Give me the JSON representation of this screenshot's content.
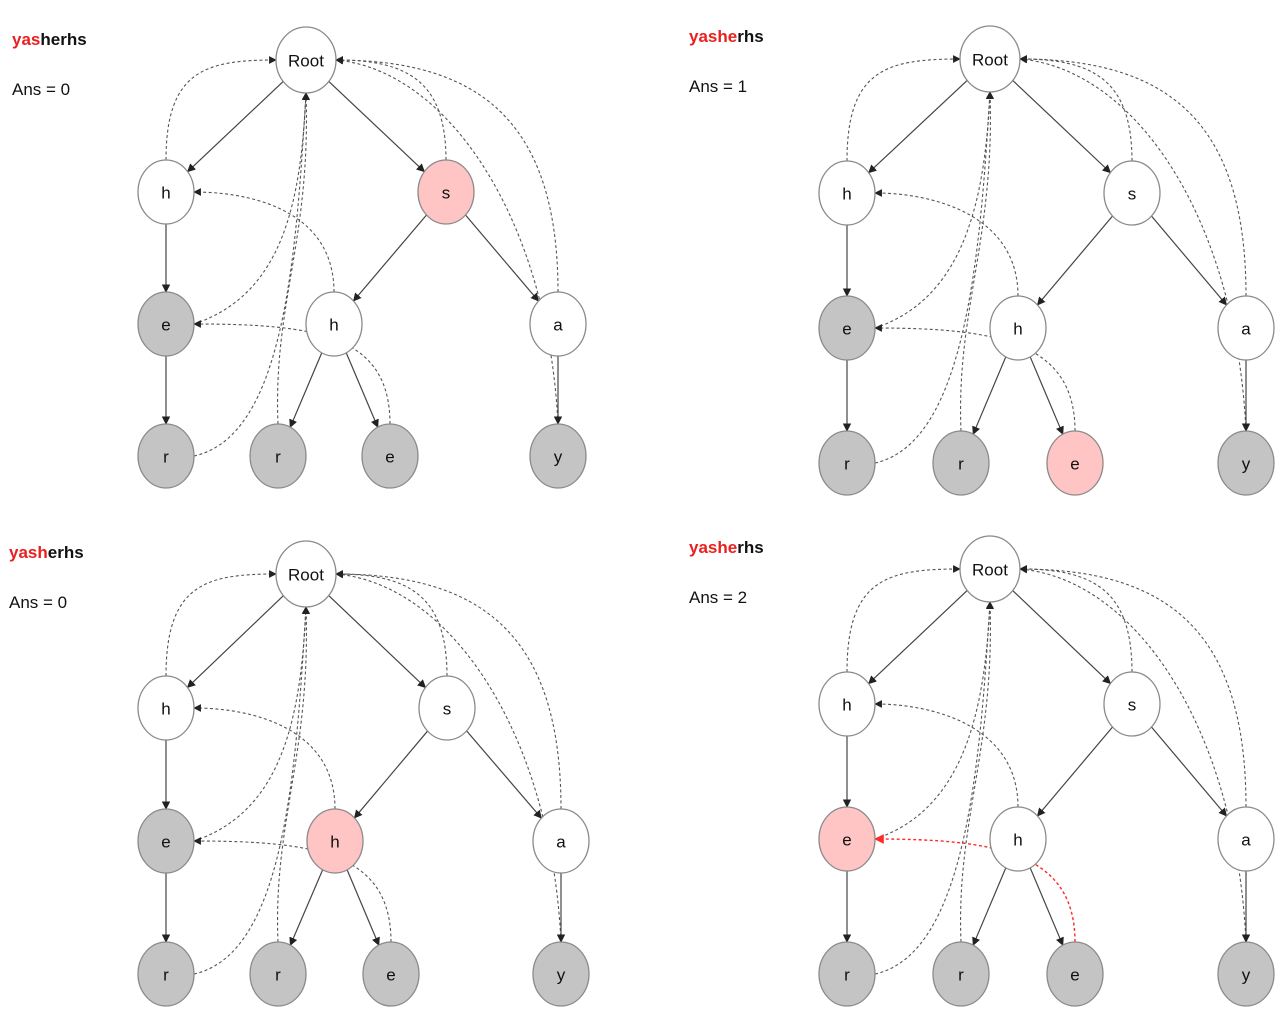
{
  "colors": {
    "highlight_text": "#e8201f",
    "node_white": "#ffffff",
    "node_gray": "#c4c4c4",
    "node_pink": "#ffc4c4",
    "edge": "#444444",
    "fail_edge_highlight": "#ff2a2a"
  },
  "trie": {
    "nodes": [
      {
        "id": "root",
        "label": "Root",
        "terminal": false
      },
      {
        "id": "h1",
        "label": "h",
        "terminal": false
      },
      {
        "id": "s",
        "label": "s",
        "terminal": false
      },
      {
        "id": "e1",
        "label": "e",
        "terminal": true
      },
      {
        "id": "h2",
        "label": "h",
        "terminal": false
      },
      {
        "id": "a",
        "label": "a",
        "terminal": false
      },
      {
        "id": "r1",
        "label": "r",
        "terminal": true
      },
      {
        "id": "r2",
        "label": "r",
        "terminal": true
      },
      {
        "id": "e2",
        "label": "e",
        "terminal": true
      },
      {
        "id": "y",
        "label": "y",
        "terminal": true
      }
    ],
    "edges": [
      {
        "from": "root",
        "to": "h1"
      },
      {
        "from": "root",
        "to": "s"
      },
      {
        "from": "h1",
        "to": "e1"
      },
      {
        "from": "e1",
        "to": "r1"
      },
      {
        "from": "s",
        "to": "h2"
      },
      {
        "from": "s",
        "to": "a"
      },
      {
        "from": "h2",
        "to": "r2"
      },
      {
        "from": "h2",
        "to": "e2"
      },
      {
        "from": "a",
        "to": "y"
      }
    ],
    "fail_links": [
      {
        "from": "h1",
        "to": "root"
      },
      {
        "from": "s",
        "to": "root"
      },
      {
        "from": "a",
        "to": "root"
      },
      {
        "from": "r1",
        "to": "root"
      },
      {
        "from": "r2",
        "to": "root"
      },
      {
        "from": "y",
        "to": "root"
      },
      {
        "from": "e1",
        "to": "root"
      },
      {
        "from": "h2",
        "to": "h1"
      },
      {
        "from": "e2",
        "to": "e1"
      }
    ]
  },
  "panels": [
    {
      "word_highlight": "yas",
      "word_rest": "herhs",
      "ans_label": "Ans = 0",
      "active_node": "s",
      "highlight_fail_link": null
    },
    {
      "word_highlight": "yashe",
      "word_rest": "rhs",
      "ans_label": "Ans = 1",
      "active_node": "e2",
      "highlight_fail_link": null
    },
    {
      "word_highlight": "yash",
      "word_rest": "erhs",
      "ans_label": "Ans = 0",
      "active_node": "h2",
      "highlight_fail_link": null
    },
    {
      "word_highlight": "yashe",
      "word_rest": "rhs",
      "ans_label": "Ans = 2",
      "active_node": "e1",
      "highlight_fail_link": {
        "from": "e2",
        "to": "e1"
      }
    }
  ]
}
